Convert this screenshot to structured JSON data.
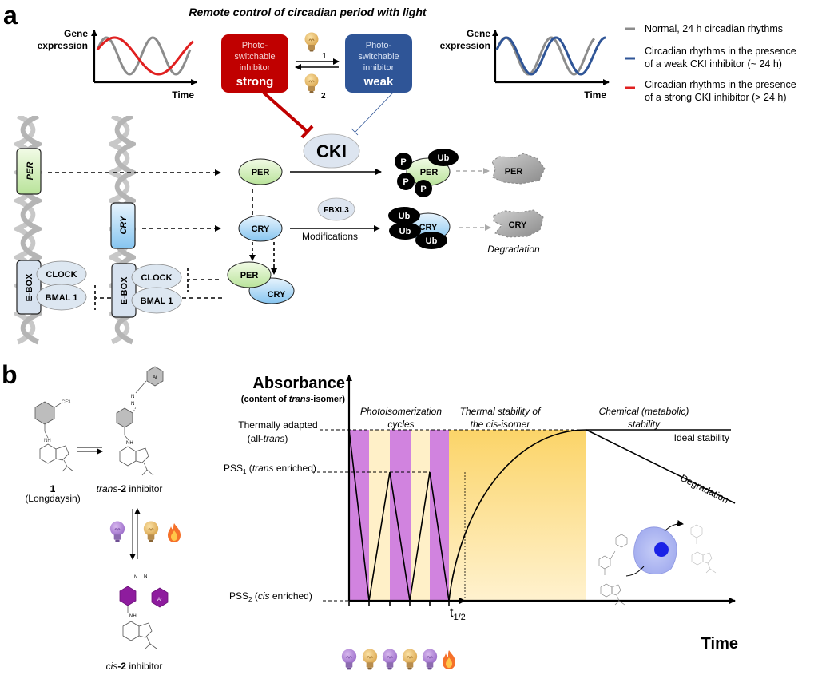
{
  "panel_a": {
    "label": "a",
    "title": "Remote control of circadian period with light",
    "left_plot": {
      "ylabel_1": "Gene",
      "ylabel_2": "expression",
      "xlabel": "Time"
    },
    "right_plot": {
      "ylabel_1": "Gene",
      "ylabel_2": "expression",
      "xlabel": "Time"
    },
    "strong_box": {
      "line1": "Photo-",
      "line2": "switchable",
      "line3": "inhibitor",
      "line4": "strong"
    },
    "weak_box": {
      "line1": "Photo-",
      "line2": "switchable",
      "line3": "inhibitor",
      "line4": "weak"
    },
    "light_1_label": "1",
    "light_2_label": "2",
    "legend": [
      {
        "color": "#8c8c8c",
        "line1": "Normal, 24 h circadian rhythms",
        "line2": ""
      },
      {
        "color": "#2f5597",
        "line1": "Circadian rhythms in the presence",
        "line2": "of a weak CKI inhibitor (~ 24 h)"
      },
      {
        "color": "#e02020",
        "line1": "Circadian rhythms in the presence",
        "line2": "of a strong CKI inhibitor (> 24 h)"
      }
    ],
    "genes": {
      "per": "PER",
      "cry": "CRY",
      "ebox": "E-BOX",
      "clock": "CLOCK",
      "bmal": "BMAL 1"
    },
    "proteins": {
      "cki": "CKI",
      "per": "PER",
      "cry": "CRY",
      "fbxl3": "FBXL3",
      "p": "P",
      "ub": "Ub"
    },
    "modifications_label": "Modifications",
    "degradation_label": "Degradation"
  },
  "panel_b": {
    "label": "b",
    "compound_1": {
      "number": "1",
      "name": "(Longdaysin)",
      "substituent": "CF3"
    },
    "trans_label_italic": "trans",
    "trans_label_num": "-2",
    "trans_label_rest": " inhibitor",
    "cis_label_italic": "cis",
    "cis_label_num": "-2",
    "cis_label_rest": " inhibitor",
    "ar": "Ar",
    "nh": "NH",
    "n": "N",
    "ylabel": "Absorbance",
    "ylabel_sub_1": "(content of ",
    "ylabel_sub_italic": "trans",
    "ylabel_sub_2": "-isomer)",
    "xlabel": "Time",
    "levels": {
      "thermally_adapted_1": "Thermally adapted",
      "thermally_adapted_2a": "(all-",
      "thermally_adapted_2i": "trans",
      "thermally_adapted_2b": ")",
      "pss1_a": "PSS",
      "pss1_sub": "1",
      "pss1_i": "trans",
      "pss1_b": " enriched)",
      "pss2_a": "PSS",
      "pss2_sub": "2",
      "pss2_i": "cis",
      "pss2_b": " enriched)"
    },
    "regions": {
      "photo_1": "Photoisomerization",
      "photo_2": "cycles",
      "thermal_1": "Thermal stability of",
      "thermal_2": "the cis-isomer",
      "chemical_1": "Chemical (metabolic)",
      "chemical_2": "stability"
    },
    "ideal_stability": "Ideal stability",
    "degradation": "Degradation",
    "t_half": "t",
    "t_half_sub": "1/2",
    "stimuli_sequence": [
      "violet-light",
      "amber-light",
      "violet-light",
      "amber-light",
      "violet-light",
      "heat"
    ]
  }
}
